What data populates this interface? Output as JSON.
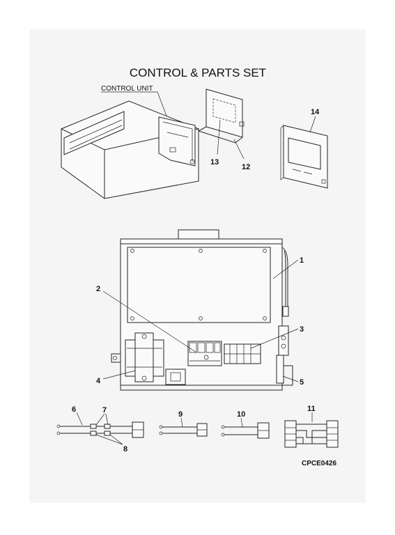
{
  "title": "CONTROL & PARTS SET",
  "control_unit_label": "CONTROL UNIT",
  "code": "CPCE0426",
  "callouts": [
    "1",
    "2",
    "3",
    "4",
    "5",
    "6",
    "7",
    "8",
    "9",
    "10",
    "11",
    "12",
    "13",
    "14"
  ]
}
